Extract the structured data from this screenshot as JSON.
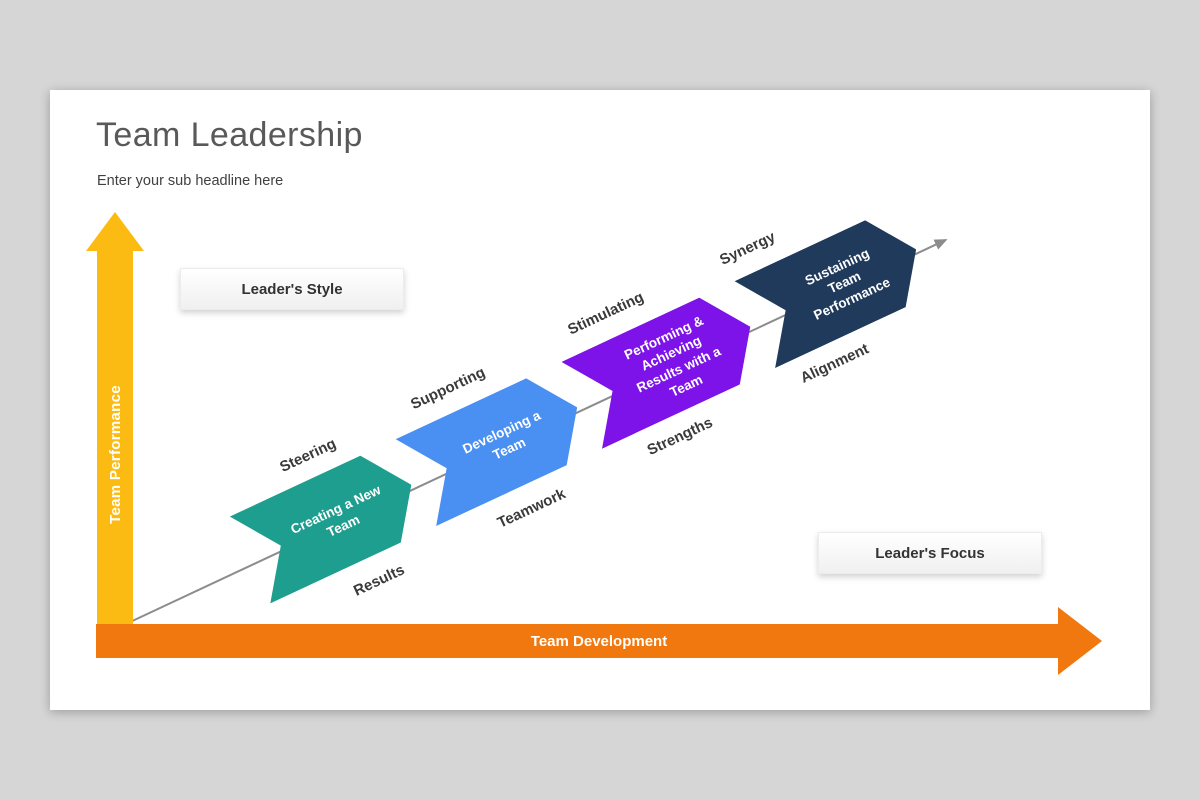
{
  "slide": {
    "title": "Team Leadership",
    "subtitle": "Enter your sub headline here"
  },
  "axes": {
    "y_axis": {
      "label": "Team Performance",
      "color": "#FCBB12"
    },
    "x_axis": {
      "label": "Team Development",
      "color": "#F1780E"
    },
    "trend_arrow_color": "#8C8C8C"
  },
  "callouts": {
    "style": "Leader's Style",
    "focus": "Leader's Focus"
  },
  "stages": [
    {
      "label": "Creating a New Team",
      "color": "#1E9E8F",
      "above": "Steering",
      "below": "Results"
    },
    {
      "label": "Developing a Team",
      "color": "#4A8FF2",
      "above": "Supporting",
      "below": "Teamwork"
    },
    {
      "label": "Performing & Achieving Results with a Team",
      "color": "#7D13E9",
      "above": "Stimulating",
      "below": "Strengths"
    },
    {
      "label": "Sustaining Team Performance",
      "color": "#203A5C",
      "above": "Synergy",
      "below": "Alignment"
    }
  ]
}
